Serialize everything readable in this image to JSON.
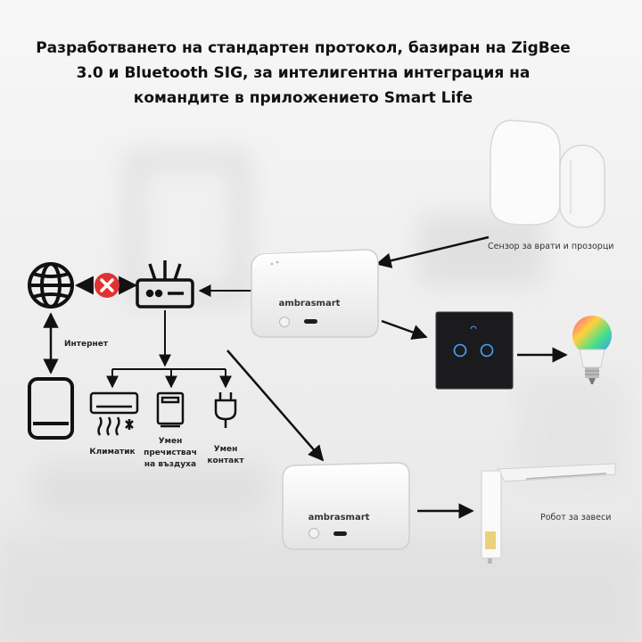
{
  "title": {
    "line1": "Разработването на стандартен протокол, базиран на ZigBee",
    "line2": "3.0 и Bluetooth SIG, за интелигентна интеграция на",
    "line3": "командите в приложението Smart Life"
  },
  "hub_brand": "ambrasmart",
  "labels": {
    "internet": "Интернет",
    "air_conditioner": "Климатик",
    "purifier_line1": "Умен",
    "purifier_line2": "пречиствач",
    "purifier_line3": "на въздуха",
    "plug_line1": "Умен",
    "plug_line2": "контакт",
    "door_sensor": "Сензор за врати и прозорци",
    "curtain_robot": "Робот за завеси"
  },
  "icons": [
    "globe-icon",
    "blocked-x-icon",
    "router-icon",
    "phone-icon",
    "air-conditioner-icon",
    "air-purifier-icon",
    "smart-plug-icon",
    "light-bulb-icon"
  ],
  "colors": {
    "blocked": "#e03232",
    "switch_panel": "#1b1b1e",
    "switch_ring": "#4aa3ff",
    "outline": "#111111"
  }
}
